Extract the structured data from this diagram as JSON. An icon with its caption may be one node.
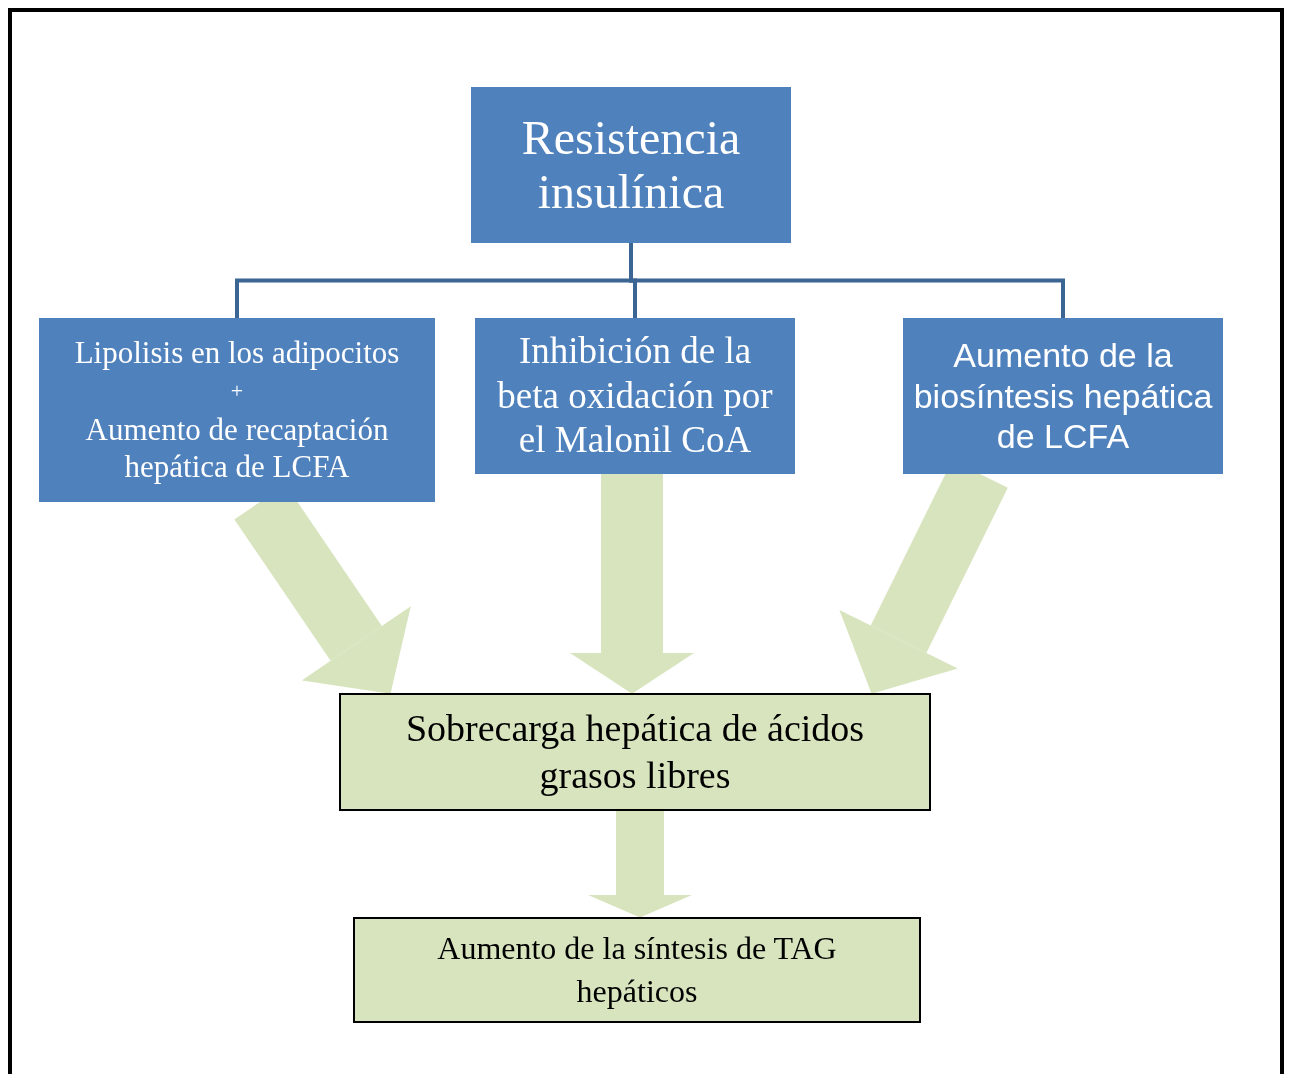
{
  "diagram": {
    "nodes": [
      {
        "text": [
          "Resistencia insulínica"
        ]
      },
      {
        "text": [
          "Lipolisis en los adipocitos",
          "+",
          "Aumento de recaptación hepática de LCFA"
        ]
      },
      {
        "text": [
          "Inhibición de la beta oxidación por el Malonil CoA"
        ]
      },
      {
        "text": [
          "Aumento de la biosíntesis hepática de LCFA"
        ]
      },
      {
        "text": [
          "Sobrecarga hepática de ácidos grasos libres"
        ]
      },
      {
        "text": [
          "Aumento de la síntesis de TAG hepáticos"
        ]
      }
    ],
    "edges": [
      {
        "from": 0,
        "to": 1,
        "arrow": "none",
        "color": "#3b6593"
      },
      {
        "from": 0,
        "to": 2,
        "arrow": "none",
        "color": "#3b6593"
      },
      {
        "from": 0,
        "to": 3,
        "arrow": "none",
        "color": "#3b6593"
      },
      {
        "from": 1,
        "to": 4,
        "arrow": "to"
      },
      {
        "from": 2,
        "to": 4,
        "arrow": "to"
      },
      {
        "from": 3,
        "to": 4,
        "arrow": "to"
      },
      {
        "from": 4,
        "to": 5,
        "arrow": "to"
      }
    ]
  }
}
